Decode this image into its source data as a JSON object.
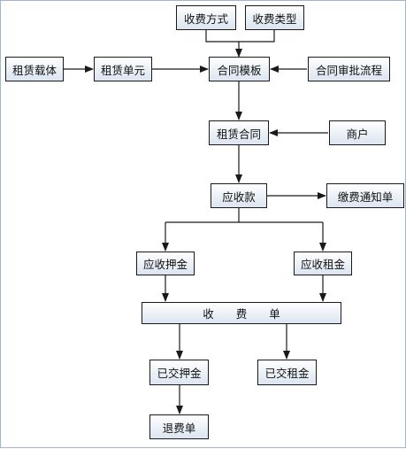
{
  "nodes": {
    "charge_method": "收费方式",
    "charge_type": "收费类型",
    "rental_carrier": "租赁载体",
    "rental_unit": "租赁单元",
    "contract_template": "合同模板",
    "contract_approval": "合同审批流程",
    "lease_contract": "租赁合同",
    "merchant": "商户",
    "receivable": "应收款",
    "payment_notice": "缴费通知单",
    "deposit_receivable": "应收押金",
    "rent_receivable": "应收租金",
    "charge_slip": "收　　费　　单",
    "deposit_paid": "已交押金",
    "rent_paid": "已交租金",
    "refund_slip": "退费单"
  },
  "colors": {
    "line": "#1a1a1a",
    "frame": "#9fb6cd",
    "node_fill_top": "#ffffff",
    "node_fill_bottom": "#dbe5f1"
  }
}
